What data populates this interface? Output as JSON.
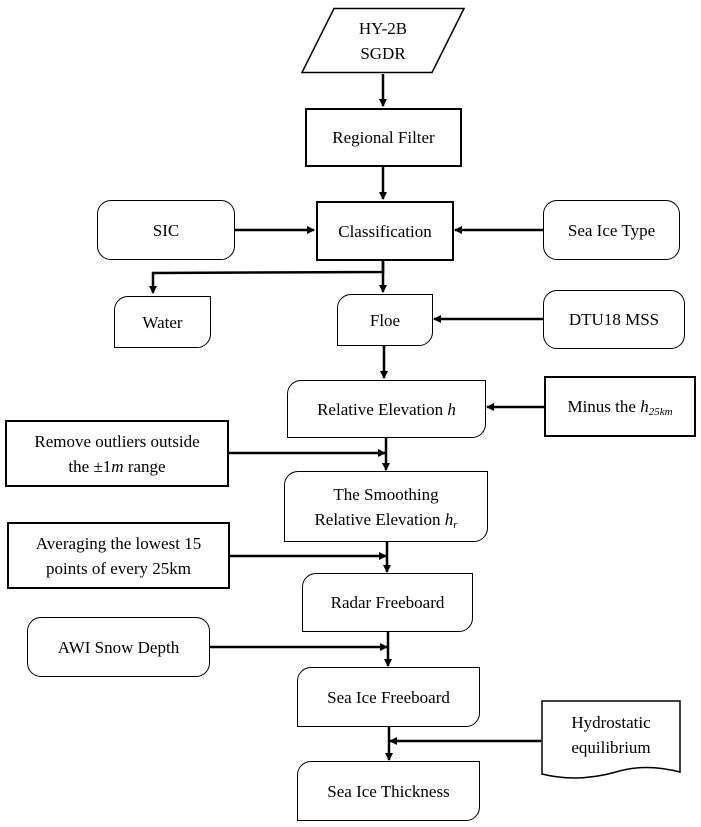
{
  "diagram": {
    "type": "flowchart",
    "nodes": {
      "input": {
        "line1": "HY-2B",
        "line2": "SGDR",
        "shape": "parallelogram"
      },
      "regional_filter": {
        "label": "Regional Filter",
        "shape": "rectangle"
      },
      "sic": {
        "label": "SIC",
        "shape": "rounded"
      },
      "classification": {
        "label": "Classification",
        "shape": "rectangle"
      },
      "sea_ice_type": {
        "label": "Sea Ice Type",
        "shape": "rounded"
      },
      "water": {
        "label": "Water",
        "shape": "process"
      },
      "floe": {
        "label": "Floe",
        "shape": "process"
      },
      "dtu18": {
        "label": "DTU18 MSS",
        "shape": "rounded"
      },
      "relative_elevation": {
        "label": "Relative Elevation ",
        "var": "h",
        "shape": "process"
      },
      "minus": {
        "label": "Minus the ",
        "var": "h",
        "sub": "25km",
        "shape": "rectangle"
      },
      "remove_outliers": {
        "line1": "Remove outliers outside",
        "line2_pre": "the  ±1",
        "line2_var": "m",
        "line2_post": " range",
        "shape": "rectangle"
      },
      "smoothing": {
        "line1": "The Smoothing",
        "line2": "Relative Elevation ",
        "var": "h",
        "sub": "r",
        "shape": "process"
      },
      "averaging": {
        "line1": "Averaging the lowest 15",
        "line2": "points of every 25km",
        "shape": "rectangle"
      },
      "radar_freeboard": {
        "label": "Radar Freeboard",
        "shape": "process"
      },
      "awi_snow": {
        "label": "AWI Snow Depth",
        "shape": "rounded"
      },
      "sea_ice_freeboard": {
        "label": "Sea Ice Freeboard",
        "shape": "process"
      },
      "hydrostatic": {
        "line1": "Hydrostatic",
        "line2": "equilibrium",
        "shape": "document"
      },
      "sea_ice_thickness": {
        "label": "Sea Ice Thickness",
        "shape": "process"
      }
    },
    "edges": [
      [
        "input",
        "regional_filter"
      ],
      [
        "regional_filter",
        "classification"
      ],
      [
        "sic",
        "classification"
      ],
      [
        "sea_ice_type",
        "classification"
      ],
      [
        "classification",
        "water"
      ],
      [
        "classification",
        "floe"
      ],
      [
        "dtu18",
        "floe"
      ],
      [
        "floe",
        "relative_elevation"
      ],
      [
        "minus",
        "relative_elevation"
      ],
      [
        "relative_elevation",
        "smoothing"
      ],
      [
        "remove_outliers",
        "smoothing"
      ],
      [
        "smoothing",
        "radar_freeboard"
      ],
      [
        "averaging",
        "radar_freeboard"
      ],
      [
        "radar_freeboard",
        "sea_ice_freeboard"
      ],
      [
        "awi_snow",
        "sea_ice_freeboard"
      ],
      [
        "sea_ice_freeboard",
        "sea_ice_thickness"
      ],
      [
        "hydrostatic",
        "sea_ice_thickness"
      ]
    ]
  }
}
